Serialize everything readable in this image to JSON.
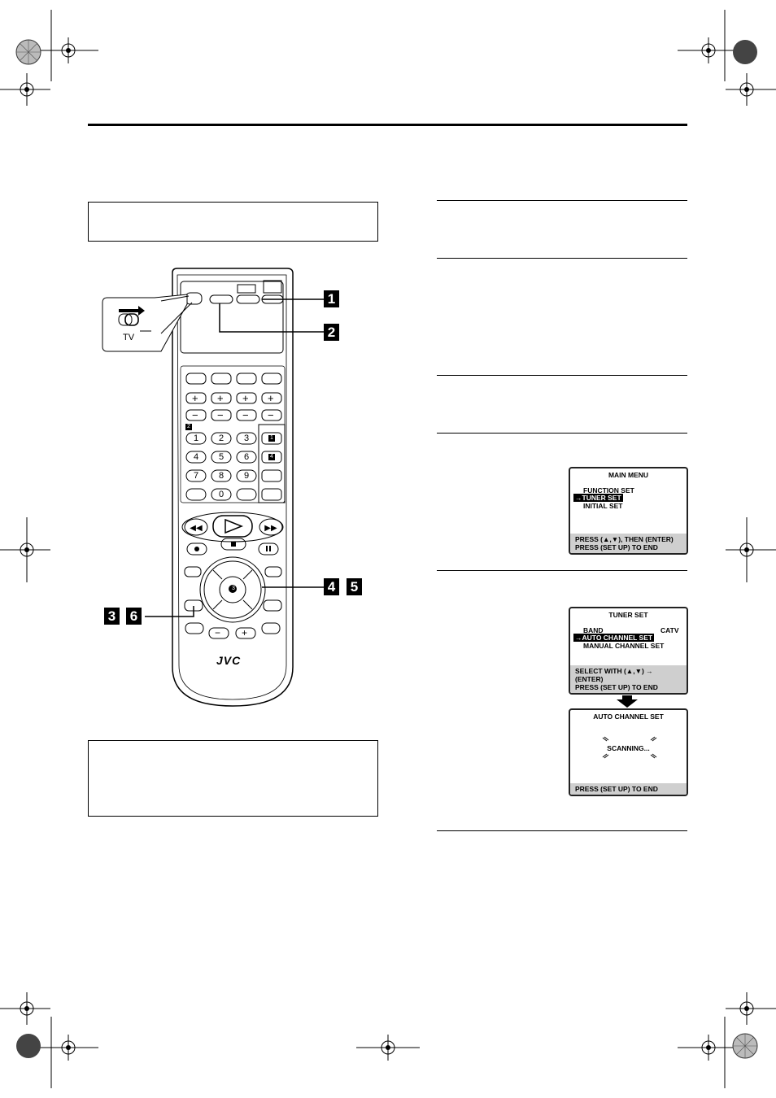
{
  "remote": {
    "brand": "JVC",
    "switch_label": "TV",
    "digits": [
      "1",
      "2",
      "3",
      "4",
      "5",
      "6",
      "7",
      "8",
      "9",
      "0"
    ],
    "sub_labels": [
      "2",
      "1",
      "4",
      "3"
    ],
    "plus_sign": "+",
    "minus_sign": "−",
    "callouts": [
      "1",
      "2",
      "3",
      "6",
      "4",
      "5"
    ]
  },
  "osd_main": {
    "title": "MAIN MENU",
    "items": [
      "FUNCTION SET",
      "TUNER SET",
      "INITIAL SET"
    ],
    "foot1": "PRESS (▲,▼), THEN (ENTER)",
    "foot2": "PRESS (SET UP) TO END"
  },
  "osd_tuner": {
    "title": "TUNER SET",
    "band_label": "BAND",
    "band_value": "CATV",
    "item1": "AUTO CHANNEL SET",
    "item2": "MANUAL CHANNEL SET",
    "foot1": "SELECT WITH (▲,▼) → (ENTER)",
    "foot2": "PRESS (SET UP) TO END"
  },
  "osd_auto": {
    "title": "AUTO CHANNEL SET",
    "scanning": "SCANNING...",
    "foot": "PRESS (SET UP) TO END"
  },
  "arrow_glyph": "→"
}
